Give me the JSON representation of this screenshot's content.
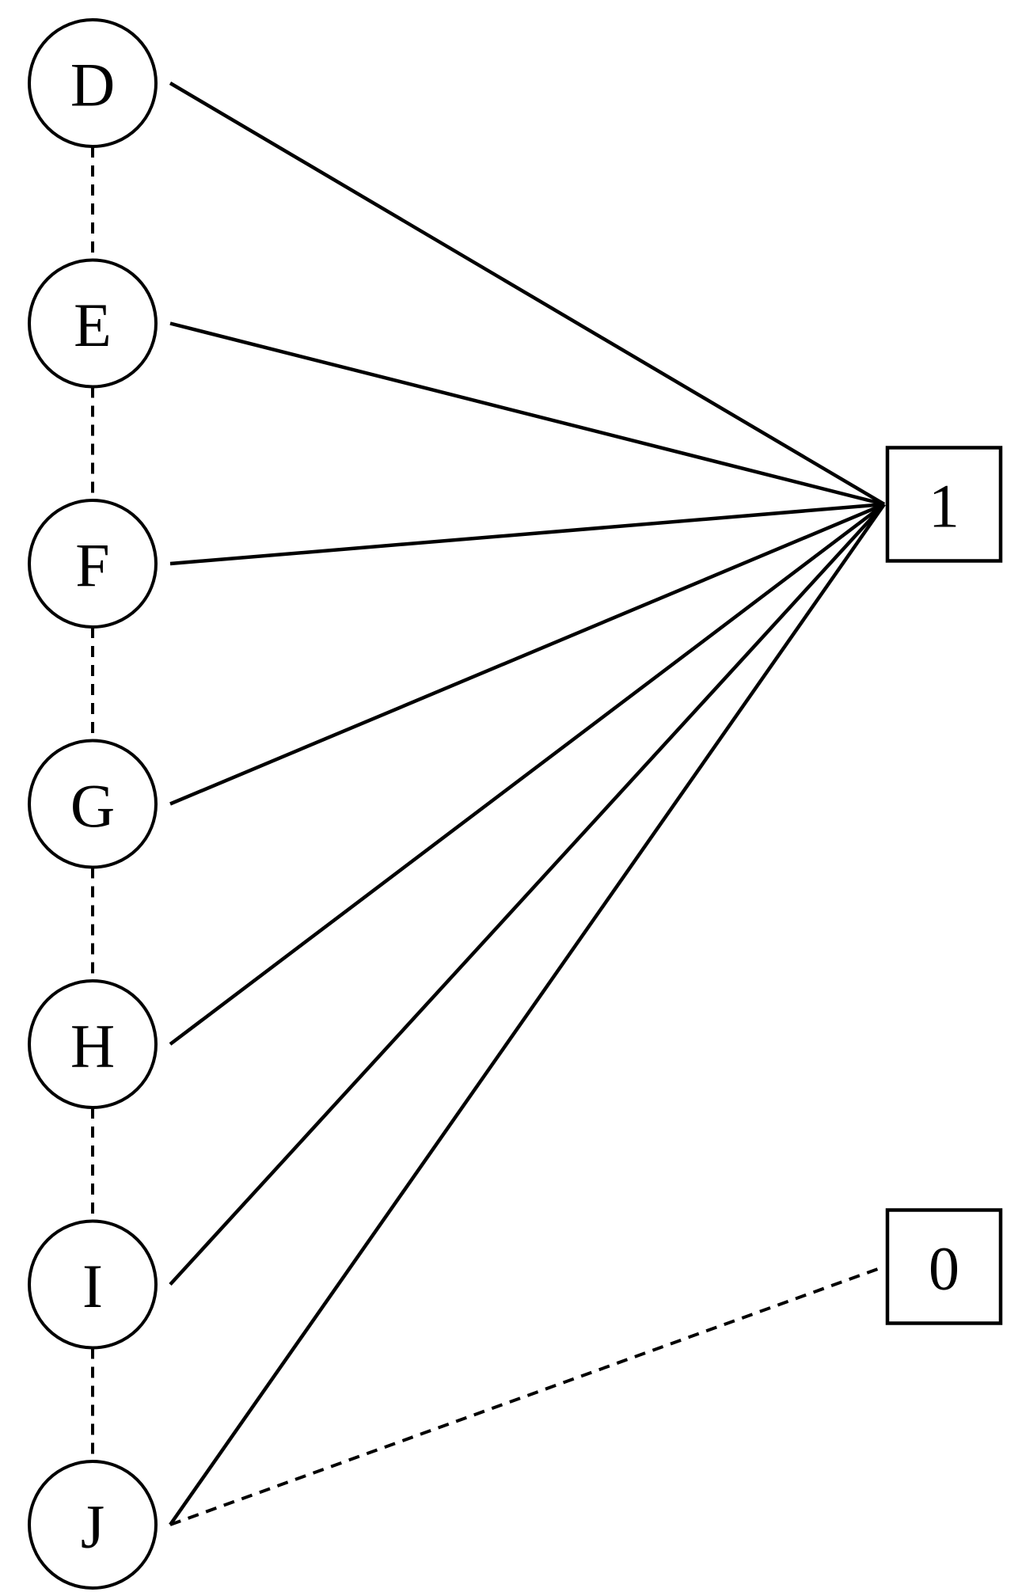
{
  "nodes": [
    {
      "id": "D",
      "label": "D"
    },
    {
      "id": "E",
      "label": "E"
    },
    {
      "id": "F",
      "label": "F"
    },
    {
      "id": "G",
      "label": "G"
    },
    {
      "id": "H",
      "label": "H"
    },
    {
      "id": "I",
      "label": "I"
    },
    {
      "id": "J",
      "label": "J"
    }
  ],
  "terminals": [
    {
      "id": "one",
      "label": "1"
    },
    {
      "id": "zero",
      "label": "0"
    }
  ],
  "edges": [
    {
      "from": "D",
      "to": "E",
      "style": "dashed"
    },
    {
      "from": "E",
      "to": "F",
      "style": "dashed"
    },
    {
      "from": "F",
      "to": "G",
      "style": "dashed"
    },
    {
      "from": "G",
      "to": "H",
      "style": "dashed"
    },
    {
      "from": "H",
      "to": "I",
      "style": "dashed"
    },
    {
      "from": "I",
      "to": "J",
      "style": "dashed"
    },
    {
      "from": "D",
      "to": "one",
      "style": "solid"
    },
    {
      "from": "E",
      "to": "one",
      "style": "solid"
    },
    {
      "from": "F",
      "to": "one",
      "style": "solid"
    },
    {
      "from": "G",
      "to": "one",
      "style": "solid"
    },
    {
      "from": "H",
      "to": "one",
      "style": "solid"
    },
    {
      "from": "I",
      "to": "one",
      "style": "solid"
    },
    {
      "from": "J",
      "to": "one",
      "style": "solid"
    },
    {
      "from": "J",
      "to": "zero",
      "style": "dashed"
    }
  ]
}
